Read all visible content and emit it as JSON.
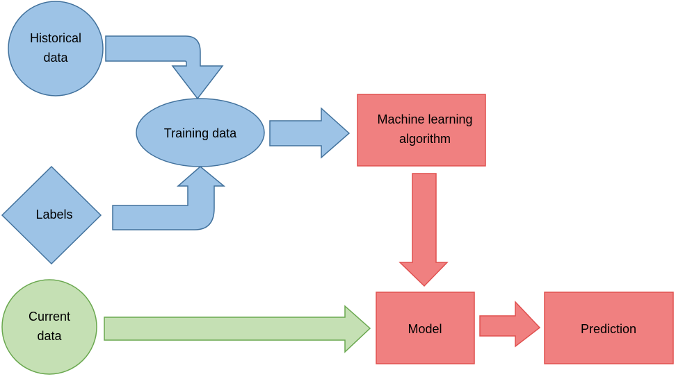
{
  "colors": {
    "blue_fill": "#9DC3E6",
    "blue_stroke": "#41719C",
    "red_fill": "#F08080",
    "red_stroke": "#E0504F",
    "green_fill": "#C5E0B4",
    "green_stroke": "#6AA84F"
  },
  "nodes": {
    "historical_data": {
      "line1": "Historical",
      "line2": "data"
    },
    "training_data": {
      "label": "Training data"
    },
    "labels": {
      "label": "Labels"
    },
    "ml_algorithm": {
      "line1": "Machine learning",
      "line2": "algorithm"
    },
    "current_data": {
      "line1": "Current",
      "line2": "data"
    },
    "model": {
      "label": "Model"
    },
    "prediction": {
      "label": "Prediction"
    }
  }
}
